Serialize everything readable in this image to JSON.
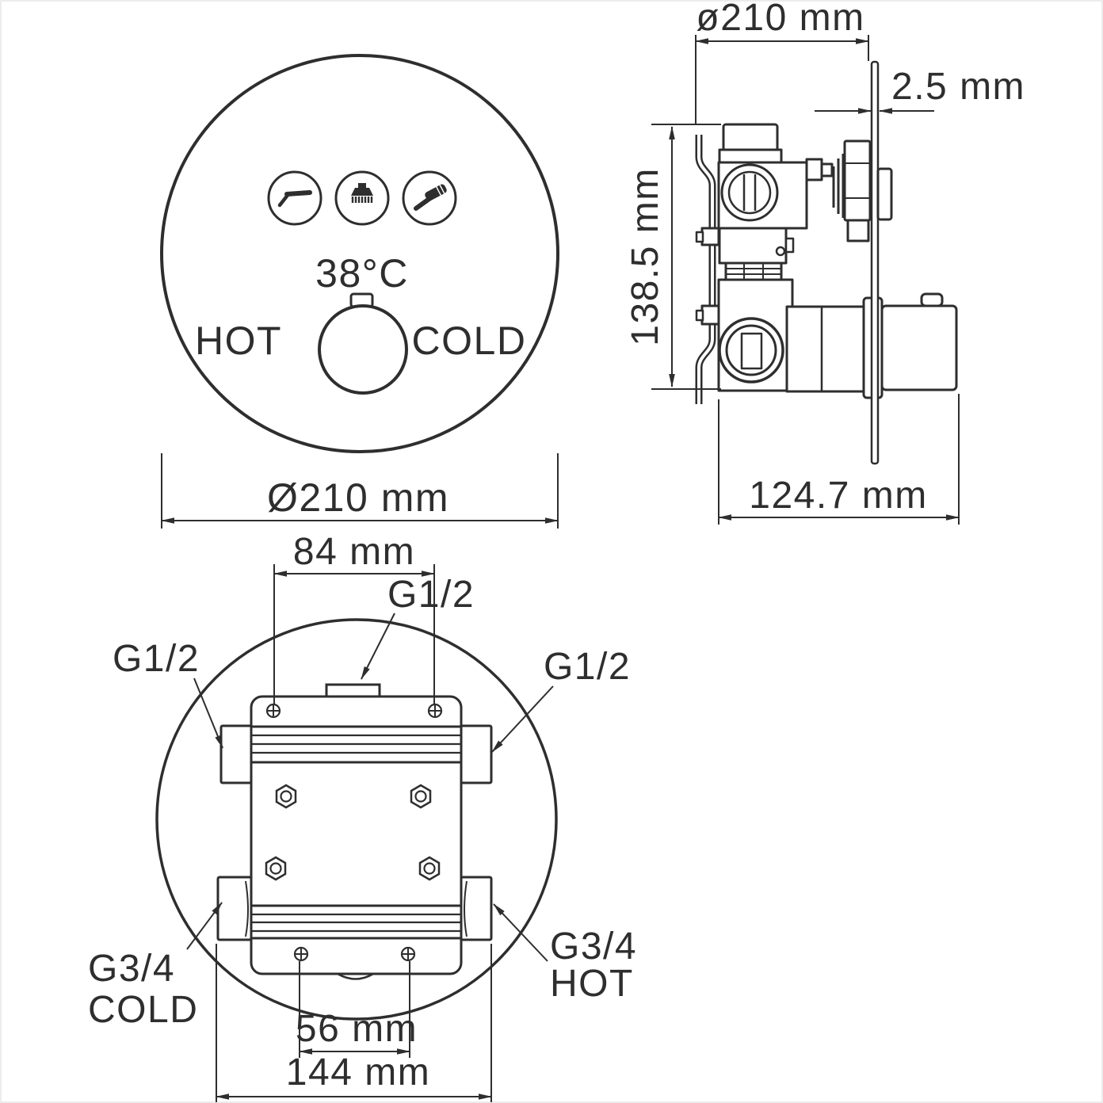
{
  "title": "Thermostatic concealed shower valve installation drawing",
  "colors": {
    "line": "#2e2e2e",
    "background": "#ffffff",
    "border": "#d9d9d9"
  },
  "front_view": {
    "temperature": "38°C",
    "hot": "HOT",
    "cold": "COLD",
    "diameter": "Ø210 mm",
    "buttons": [
      "bath-spout-icon",
      "rain-shower-icon",
      "hand-shower-icon"
    ]
  },
  "side_view": {
    "diameter": "ø210 mm",
    "plate_thickness": "2.5 mm",
    "body_height": "138.5 mm",
    "depth": "124.7 mm"
  },
  "bottom_view": {
    "outlet_top": "G1/2",
    "outlet_left": "G1/2",
    "outlet_right": "G1/2",
    "inlet_cold_line1": "G3/4",
    "inlet_cold_line2": "COLD",
    "inlet_hot_line1": "G3/4",
    "inlet_hot_line2": "HOT",
    "screw_span_top": "84 mm",
    "screw_span_bottom": "56 mm",
    "overall_width": "144 mm"
  }
}
